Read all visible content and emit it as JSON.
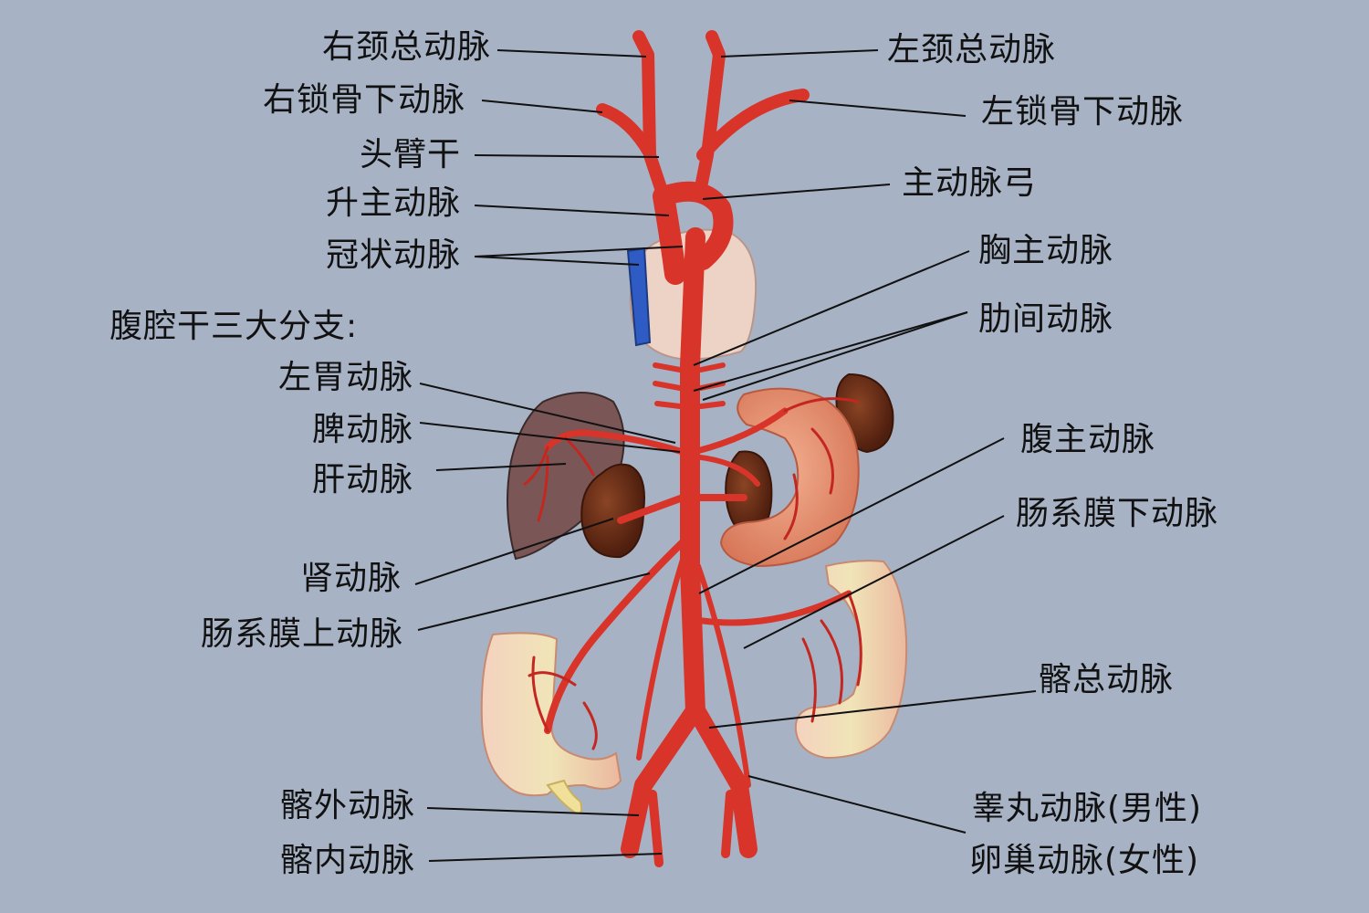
{
  "labels": {
    "right_carotid": "右颈总动脉",
    "right_subclavian": "右锁骨下动脉",
    "brachiocephalic": "头臂干",
    "ascending_aorta": "升主动脉",
    "coronary": "冠状动脉",
    "celiac_heading": "腹腔干三大分支:",
    "left_gastric": "左胃动脉",
    "splenic": "脾动脉",
    "hepatic": "肝动脉",
    "renal": "肾动脉",
    "superior_mesenteric": "肠系膜上动脉",
    "external_iliac": "髂外动脉",
    "internal_iliac": "髂内动脉",
    "left_carotid": "左颈总动脉",
    "left_subclavian": "左锁骨下动脉",
    "aortic_arch": "主动脉弓",
    "thoracic_aorta": "胸主动脉",
    "intercostal": "肋间动脉",
    "abdominal_aorta": "腹主动脉",
    "inferior_mesenteric": "肠系膜下动脉",
    "common_iliac": "髂总动脉",
    "testicular": "睾丸动脉(男性)",
    "ovarian": "卵巢动脉(女性)"
  },
  "colors": {
    "background": "#a7b3c5",
    "artery": "#d8342a",
    "artery_dark": "#a81e18",
    "vein": "#2f5cc4",
    "liver": "#7a5656",
    "kidney": "#6b2d18",
    "stomach": "#eaa07e",
    "heart": "#ecd3c6",
    "colon": "#eec2a8"
  }
}
